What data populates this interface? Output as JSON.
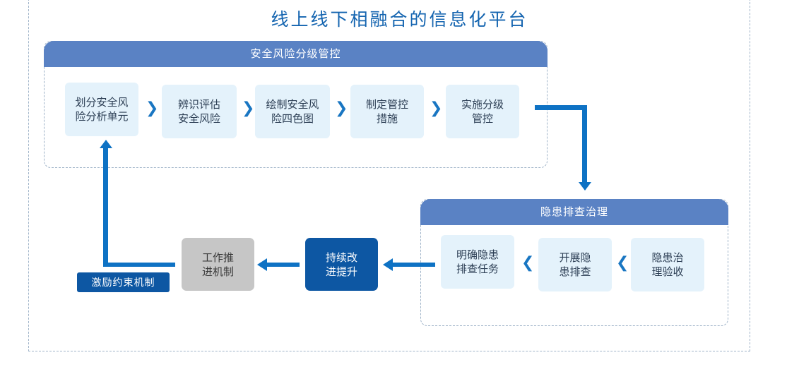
{
  "title": "线上线下相融合的信息化平台",
  "risk_section": {
    "header": "安全风险分级管控",
    "steps": [
      {
        "line1": "划分安全风",
        "line2": "险分析单元"
      },
      {
        "line1": "辨识评估",
        "line2": "安全风险"
      },
      {
        "line1": "绘制安全风",
        "line2": "险四色图"
      },
      {
        "line1": "制定管控",
        "line2": "措施"
      },
      {
        "line1": "实施分级",
        "line2": "管控"
      }
    ],
    "separator": "❯"
  },
  "hazard_section": {
    "header": "隐患排查治理",
    "steps": [
      {
        "line1": "明确隐患",
        "line2": "排查任务"
      },
      {
        "line1": "开展隐",
        "line2": "患排查"
      },
      {
        "line1": "隐患治",
        "line2": "理验收"
      }
    ],
    "separator": "❮"
  },
  "improve_node": {
    "line1": "持续改",
    "line2": "进提升"
  },
  "mechanism_node": {
    "line1": "工作推",
    "line2": "进机制"
  },
  "incentive_label": "激励约束机制",
  "colors": {
    "title": "#1565b0",
    "header_bg": "#5a82c4",
    "step_bg": "#e4f2fb",
    "flow_arrow": "#0e72c4",
    "improve_bg": "#0d57a3",
    "mechanism_bg": "#c6c6c6"
  }
}
